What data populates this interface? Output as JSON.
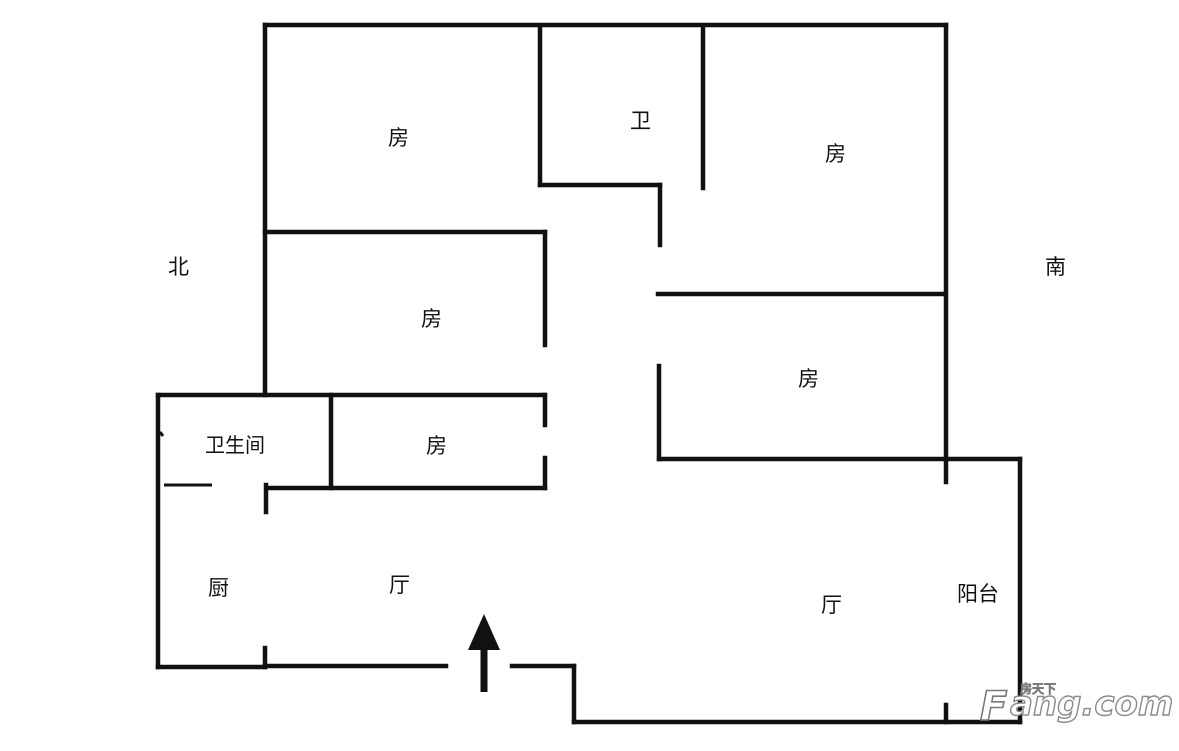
{
  "plan": {
    "labels": {
      "north": "北",
      "south": "南",
      "room_top_left": "房",
      "bathroom_top": "卫",
      "room_top_right": "房",
      "room_mid_left": "房",
      "room_mid_right": "房",
      "toilet": "卫生间",
      "room_small": "房",
      "kitchen": "厨",
      "hall_left": "厅",
      "hall_right": "厅",
      "balcony": "阳台"
    },
    "entrance_arrow": "arrow-up-icon"
  },
  "watermark": {
    "cn": "房天下",
    "brand": "ang.com",
    "brand_initial": "F"
  }
}
